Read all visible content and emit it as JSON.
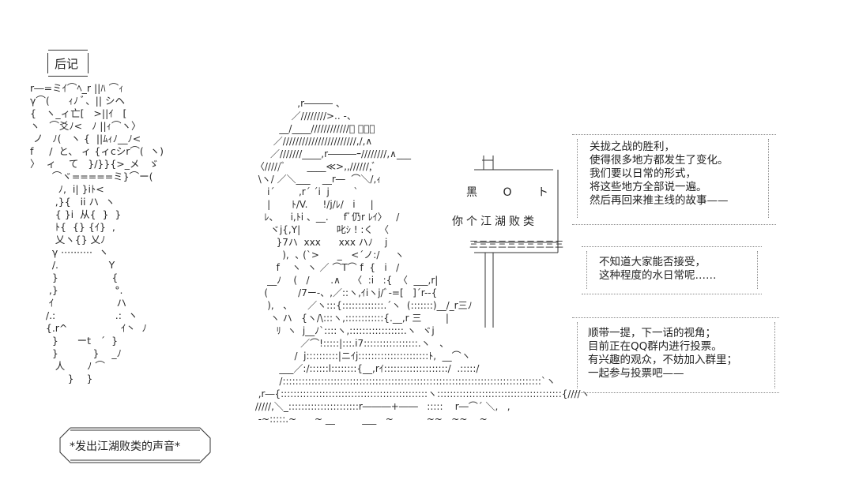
{
  "afterword": {
    "title": "后记"
  },
  "left_art": [
    "r―=ミｲ⌒ﾍ_r ||ﾊ ⌒ｨ",
    "γ⌒(      ｨﾉ ﾞ、|| シヘ",
    "{   ヽ_ィ亡[   >||ｲ   [",
    "ヽ   ⌒爻ﾉ<   ﾉ ||ｨ⌒ヽ〉",
    " ノ   ﾉ(   ヽ {  ||ﾑｨﾉ__ﾉ<",
    "f     /  と、 ィ {ィcシr⌒(  ヽ)",
    "〉  ィ    て   }/}}{>_メ   ゞ",
    "       ⌒ヾ=====ミ}⌒ー(",
    "         ﾉ,  i| }iﾄ<",
    "        ,}{   ii ハ  ヽ",
    "        { }i  从{  }  }",
    "        ﾄ{  {} {ｲ}  ,",
    "        乂ヽ{} 乂ﾉ",
    "       γ ··········  ヽ",
    "       /.                Y",
    "       }                 {",
    "      ,}                  °.",
    "      ｲ                    ハ",
    "     /.:                   .:  ヽ",
    "     {.r^                 ｲ丶  ﾉ",
    "       }      ーt   ´  }",
    "       }           }    _ﾉ",
    "        人       ﾉ ⌒",
    "            }    }"
  ],
  "center_art": [
    "                    ,r――― 、",
    "                  ／////////>.. -、",
    "              __/____////////////ﾞ ーｰ、",
    "            ／///////////////////////,/,∧",
    "           ／///////____,r―――ｰ////////,∧___",
    "      〈/////ﾞ       ____≪>,,//////,ﾞ",
    "       \\ヽ/ ／＼___    __r―  ⌒＼/,ｨ",
    "          i´        ,r´ ´i  j        `",
    "          |       ﾄ/V.     !/j/ﾚ/   i     |",
    "         ﾚ、    i,ﾄi 、__.     fﾞ仍r ﾚｲ〉   /",
    "           ヾj{,Y|            叱ｼ ! :く  〈",
    "             }7ハ  xxx      xxx ハﾉ    j",
    "               ),  ､ (`>      _   <´ノ:/     ヽ",
    "             f    ヽ  ヽ ／ ⌒T⌒ f  {   i   /",
    "          __ﾉ    (   /       .∧    〈  :i   :{  〈  ___,r|",
    "         (          /7ー-、,／::ヽ,ｲiヽj/ﾞ-=[   ]´r--{",
    "          ),   、     ／ヽ:::{:::::::::::::.´ヽ  (:::::::)__/_r三ﾉ",
    "           ヽ ハ   {ヽ/\\:::ヽ,::::::::::::{.__,r 三        |",
    "             ﾘ  ヽ  j__ﾉ`::::ヽ,:::::::::::::::::.ヽ  ヾj",
    "                     ／⌒!:::::|:::.i7:::::::::::::::::.ヽ   、",
    "                   /  j::::::::::|ニｲj::::::::::::::::::::::ﾄ,  __⌒ヽ",
    "              ___／:/::::::l::::::::{__,rｲ::::::::::::::::::::/  .:::::/",
    "              /:::::::::::::::::::::::::::::::::::::::::::::::::::::::::::::::::::::::::::::::::`ヽ",
    "       ,r―{::::::::::::::::::::::::::::::::::::::::::::::ヽ:::::::::::::::::::::::::::::::::::::::{////ヽ",
    "      /////,＼_::::::::::::::::::::::r―――+――   :::::    r―⌒´ ＼,   ,",
    "       ‐~:::::.~      ~ __         ___   ~           ~~   ~~    ~"
  ],
  "sign": {
    "dark_text": "黑 O ト",
    "lake_text": "你个江湖败类",
    "stripe": "三三三三三三三三三三"
  },
  "banner": {
    "text": "*发出江湖败类的声音*"
  },
  "box1": {
    "lines": [
      "关拢之战的胜利，",
      "使得很多地方都发生了变化。",
      "我们要以日常的形式，",
      "将这些地方全部说一遍。",
      "然后再回来推主线的故事——"
    ]
  },
  "box2": {
    "lines": [
      "不知道大家能否接受，",
      "这种程度的水日常呢……"
    ]
  },
  "box3": {
    "lines": [
      "顺带一提，下一话的视角；",
      "目前正在QQ群内进行投票。",
      "有兴趣的观众，不妨加入群里；",
      "一起参与投票吧——"
    ]
  }
}
